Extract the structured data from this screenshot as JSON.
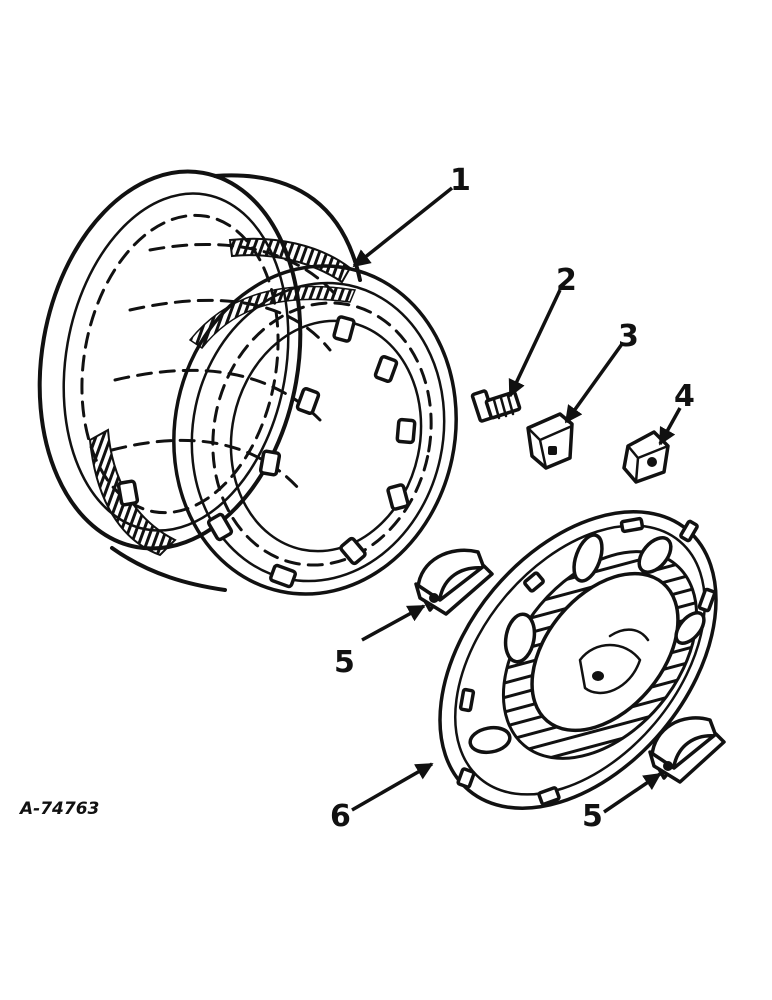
{
  "figure_id": "A-74763",
  "callouts": [
    {
      "id": "1",
      "label": "1"
    },
    {
      "id": "2",
      "label": "2"
    },
    {
      "id": "3",
      "label": "3"
    },
    {
      "id": "4",
      "label": "4"
    },
    {
      "id": "5a",
      "label": "5"
    },
    {
      "id": "5b",
      "label": "5"
    },
    {
      "id": "6",
      "label": "6"
    }
  ],
  "colors": {
    "ink": "#111111",
    "paper": "#ffffff"
  }
}
